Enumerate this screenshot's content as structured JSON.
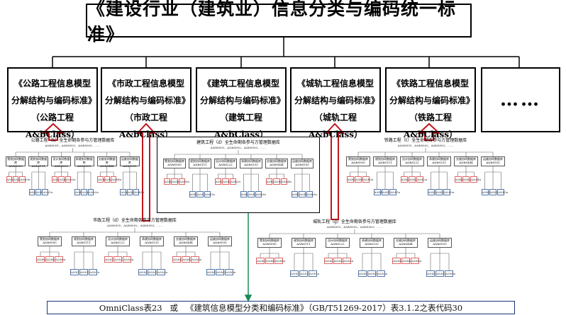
{
  "title": "《建设行业（建筑业）信息分类与编码统一标准》",
  "categories": [
    {
      "line1": "《公路工程信息模型",
      "line2": "分解结构与编码标准》",
      "line3": "（公路工程A&bClass）"
    },
    {
      "line1": "《市政工程信息模型",
      "line2": "分解结构与编码标准》",
      "line3": "（市政工程A&bClass）"
    },
    {
      "line1": "《建筑工程信息模型",
      "line2": "分解结构与编码标准》",
      "line3": "（建筑工程A&bClass）"
    },
    {
      "line1": "《城轨工程信息模型",
      "line2": "分解结构与编码标准》",
      "line3": "（城轨工程A&bClass）"
    },
    {
      "line1": "《铁路工程信息模型",
      "line2": "分解结构与编码标准》",
      "line3": "（铁路工程A&bClass）"
    }
  ],
  "ellipsis": "……",
  "databases": {
    "highway": {
      "title": "公路工程（h）全生命期各参与方管理数据库",
      "sub": "A&bS001、A&bS002、A&bS003、……"
    },
    "building": {
      "title": "建筑工程（d）全生命期各参与方管理数据库",
      "sub": "A&bS001、A&bS002、A&bS003、……"
    },
    "railway": {
      "title": "铁路工程（t）全生命期各参与方管理数据库",
      "sub": "A&bS001、A&bS002、A&bS003、……"
    },
    "municipal": {
      "title": "市政工程（d）全生命期各参与方管理数据库",
      "sub": "A&bS001、A&bS002、A&bS003、……"
    },
    "metro": {
      "title": "城轨工程（g）全生命期各参与方管理数据库",
      "sub": "A&bS001、A&bS002、A&bS003、……"
    }
  },
  "level2_nodes": [
    {
      "t": "策划协同数据库",
      "c": "A&bS000"
    },
    {
      "t": "规划协同数据库",
      "c": "A&bS111"
    },
    {
      "t": "设计协同数据库",
      "c": "A&bS222"
    },
    {
      "t": "承建协同数据库",
      "c": "A&bS333"
    },
    {
      "t": "交维协同数据库",
      "c": "A&bS444"
    },
    {
      "t": "运维协同数据库",
      "c": "A&bS555"
    }
  ],
  "leaf_codes_red": [
    "A&b01",
    "A&b02",
    "A&b0n",
    "A&b21",
    "A&b22",
    "A&b2n",
    "A&b41",
    "A&b42",
    "A&b4n"
  ],
  "leaf_codes_blue": [
    "A&b11",
    "A&b12",
    "A&b1n",
    "A&b31",
    "A&b32",
    "A&b3n",
    "A&b51",
    "A&b52",
    "A&b5n"
  ],
  "footer": "OmniClass表23   或   《建筑信息模型分类和编码标准》（GB/T51269-2017）表3.1.2之表代码30",
  "colors": {
    "border": "#000000",
    "arrow_red": "#c0161b",
    "arrow_green": "#1a8a55",
    "footer_border": "#16397a"
  }
}
